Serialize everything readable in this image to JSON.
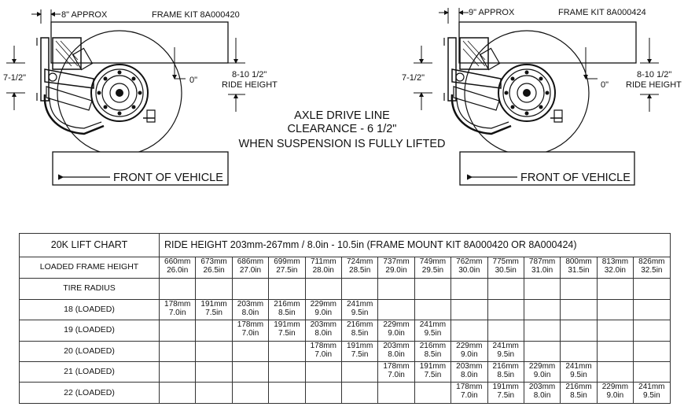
{
  "diagram": {
    "left": {
      "offset_label": "8\" APPROX",
      "frame_kit_label": "FRAME KIT 8A000420",
      "side_dim_label": "7-1/2\"",
      "zero_label": "0\"",
      "ride_height_value": "8-10 1/2\"",
      "ride_height_label": "RIDE HEIGHT",
      "front_label": "FRONT OF VEHICLE"
    },
    "right": {
      "offset_label": "9\" APPROX",
      "frame_kit_label": "FRAME KIT 8A000424",
      "side_dim_label": "7-1/2\"",
      "zero_label": "0\"",
      "ride_height_value": "8-10 1/2\"",
      "ride_height_label": "RIDE HEIGHT",
      "front_label": "FRONT OF VEHICLE"
    },
    "center_note": [
      "AXLE DRIVE LINE",
      "CLEARANCE - 6 1/2\"",
      "WHEN SUSPENSION IS FULLY LIFTED"
    ]
  },
  "chart": {
    "title": "20K LIFT CHART",
    "heading": "RIDE HEIGHT  203mm-267mm / 8.0in - 10.5in (FRAME MOUNT KIT 8A000420 OR 8A000424)",
    "frame_height_label": "LOADED FRAME HEIGHT",
    "frame_heights": [
      {
        "mm": "660mm",
        "in": "26.0in"
      },
      {
        "mm": "673mm",
        "in": "26.5in"
      },
      {
        "mm": "686mm",
        "in": "27.0in"
      },
      {
        "mm": "699mm",
        "in": "27.5in"
      },
      {
        "mm": "711mm",
        "in": "28.0in"
      },
      {
        "mm": "724mm",
        "in": "28.5in"
      },
      {
        "mm": "737mm",
        "in": "29.0in"
      },
      {
        "mm": "749mm",
        "in": "29.5in"
      },
      {
        "mm": "762mm",
        "in": "30.0in"
      },
      {
        "mm": "775mm",
        "in": "30.5in"
      },
      {
        "mm": "787mm",
        "in": "31.0in"
      },
      {
        "mm": "800mm",
        "in": "31.5in"
      },
      {
        "mm": "813mm",
        "in": "32.0in"
      },
      {
        "mm": "826mm",
        "in": "32.5in"
      }
    ],
    "tire_radius_label": "TIRE RADIUS",
    "rows": [
      {
        "label": "18 (LOADED)",
        "cells": [
          {
            "mm": "178mm",
            "in": "7.0in"
          },
          {
            "mm": "191mm",
            "in": "7.5in"
          },
          {
            "mm": "203mm",
            "in": "8.0in"
          },
          {
            "mm": "216mm",
            "in": "8.5in"
          },
          {
            "mm": "229mm",
            "in": "9.0in"
          },
          {
            "mm": "241mm",
            "in": "9.5in"
          },
          null,
          null,
          null,
          null,
          null,
          null,
          null,
          null
        ]
      },
      {
        "label": "19 (LOADED)",
        "cells": [
          null,
          null,
          {
            "mm": "178mm",
            "in": "7.0in"
          },
          {
            "mm": "191mm",
            "in": "7.5in"
          },
          {
            "mm": "203mm",
            "in": "8.0in"
          },
          {
            "mm": "216mm",
            "in": "8.5in"
          },
          {
            "mm": "229mm",
            "in": "9.0in"
          },
          {
            "mm": "241mm",
            "in": "9.5in"
          },
          null,
          null,
          null,
          null,
          null,
          null
        ]
      },
      {
        "label": "20 (LOADED)",
        "cells": [
          null,
          null,
          null,
          null,
          {
            "mm": "178mm",
            "in": "7.0in"
          },
          {
            "mm": "191mm",
            "in": "7.5in"
          },
          {
            "mm": "203mm",
            "in": "8.0in"
          },
          {
            "mm": "216mm",
            "in": "8.5in"
          },
          {
            "mm": "229mm",
            "in": "9.0in"
          },
          {
            "mm": "241mm",
            "in": "9.5in"
          },
          null,
          null,
          null,
          null
        ]
      },
      {
        "label": "21 (LOADED)",
        "cells": [
          null,
          null,
          null,
          null,
          null,
          null,
          {
            "mm": "178mm",
            "in": "7.0in"
          },
          {
            "mm": "191mm",
            "in": "7.5in"
          },
          {
            "mm": "203mm",
            "in": "8.0in"
          },
          {
            "mm": "216mm",
            "in": "8.5in"
          },
          {
            "mm": "229mm",
            "in": "9.0in"
          },
          {
            "mm": "241mm",
            "in": "9.5in"
          },
          null,
          null
        ]
      },
      {
        "label": "22 (LOADED)",
        "cells": [
          null,
          null,
          null,
          null,
          null,
          null,
          null,
          null,
          {
            "mm": "178mm",
            "in": "7.0in"
          },
          {
            "mm": "191mm",
            "in": "7.5in"
          },
          {
            "mm": "203mm",
            "in": "8.0in"
          },
          {
            "mm": "216mm",
            "in": "8.5in"
          },
          {
            "mm": "229mm",
            "in": "9.0in"
          },
          {
            "mm": "241mm",
            "in": "9.5in"
          }
        ]
      }
    ]
  }
}
